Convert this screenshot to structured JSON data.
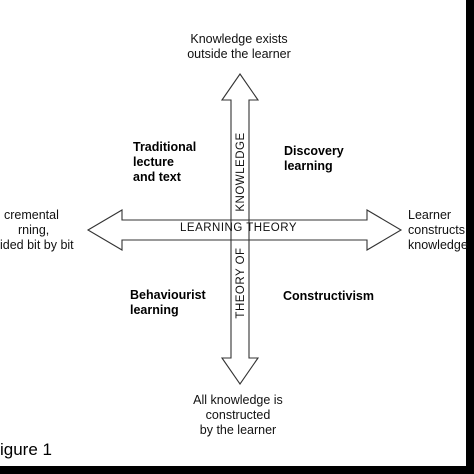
{
  "labels": {
    "top": [
      "Knowledge exists",
      "outside the learner"
    ],
    "bottom": [
      "All knowledge is",
      "constructed",
      "by the learner"
    ],
    "left": [
      "cremental",
      "rning,",
      "ided bit by bit"
    ],
    "right": [
      "Learner",
      "constructs",
      "knowledge"
    ]
  },
  "quadrants": {
    "top_left": [
      "Traditional",
      "lecture",
      "and text"
    ],
    "top_right": [
      "Discovery",
      "learning"
    ],
    "bottom_left": [
      "Behaviourist",
      "learning"
    ],
    "bottom_right": "Constructivism"
  },
  "axes": {
    "horizontal": "LEARNING THEORY",
    "vertical_top": "KNOWLEDGE",
    "vertical_bottom": "THEORY OF"
  },
  "caption": "igure 1",
  "colors": {
    "panel": "#ffffff",
    "outer": "#000000",
    "stroke": "#333333"
  }
}
